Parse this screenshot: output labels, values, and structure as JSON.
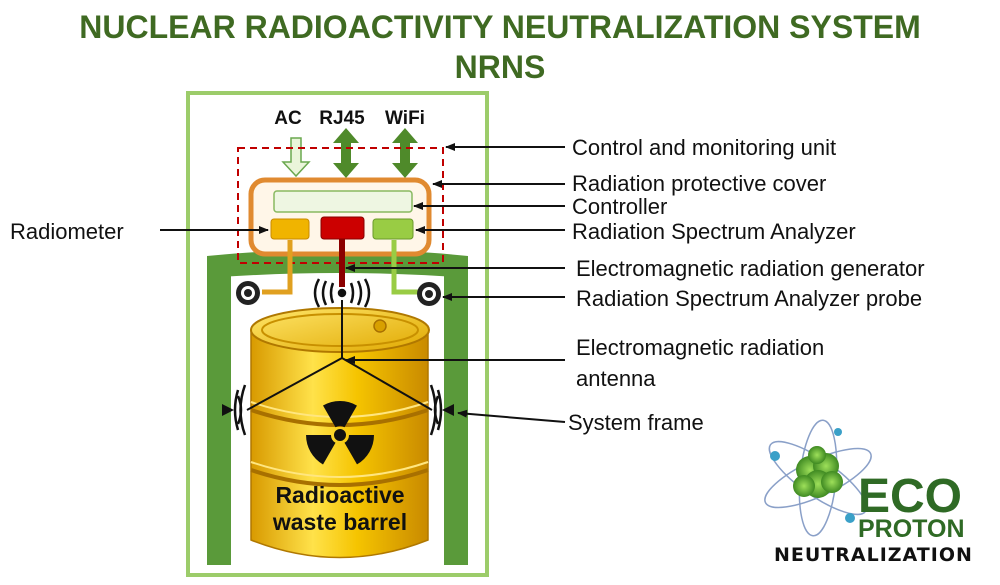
{
  "title": {
    "line1": "NUCLEAR RADIOACTIVITY NEUTRALIZATION SYSTEM",
    "line2": "NRNS"
  },
  "ports": {
    "ac": "AC",
    "rj45": "RJ45",
    "wifi": "WiFi"
  },
  "labels": {
    "control_unit": "Control and monitoring unit",
    "protective_cover": "Radiation protective cover",
    "controller": "Controller",
    "spectrum_analyzer": "Radiation Spectrum Analyzer",
    "radiometer": "Radiometer",
    "em_generator": "Electromagnetic radiation generator",
    "analyzer_probe": "Radiation Spectrum Analyzer probe",
    "em_antenna_line1": "Electromagnetic radiation",
    "em_antenna_line2": "antenna",
    "system_frame": "System frame"
  },
  "barrel": {
    "line1": "Radioactive",
    "line2": "waste barrel"
  },
  "logo": {
    "eco": "ECO",
    "proton": "PROTON",
    "neutralization": "NEUTRALIZATION"
  },
  "colors": {
    "title_green": "#3f6a22",
    "frame_green": "#5a9a3a",
    "border_green": "#9ccc6a",
    "cover_orange": "#e8a050",
    "radiometer": "#f0b400",
    "generator": "#cc0000",
    "analyzer": "#99cc44",
    "barrel_yellow": "#f2c200",
    "dashed_red": "#c00000"
  },
  "icons": [
    "arrow-down-icon",
    "double-arrow-icon",
    "radiation-trefoil-icon",
    "speaker-icon",
    "wave-icon",
    "atom-icon"
  ]
}
